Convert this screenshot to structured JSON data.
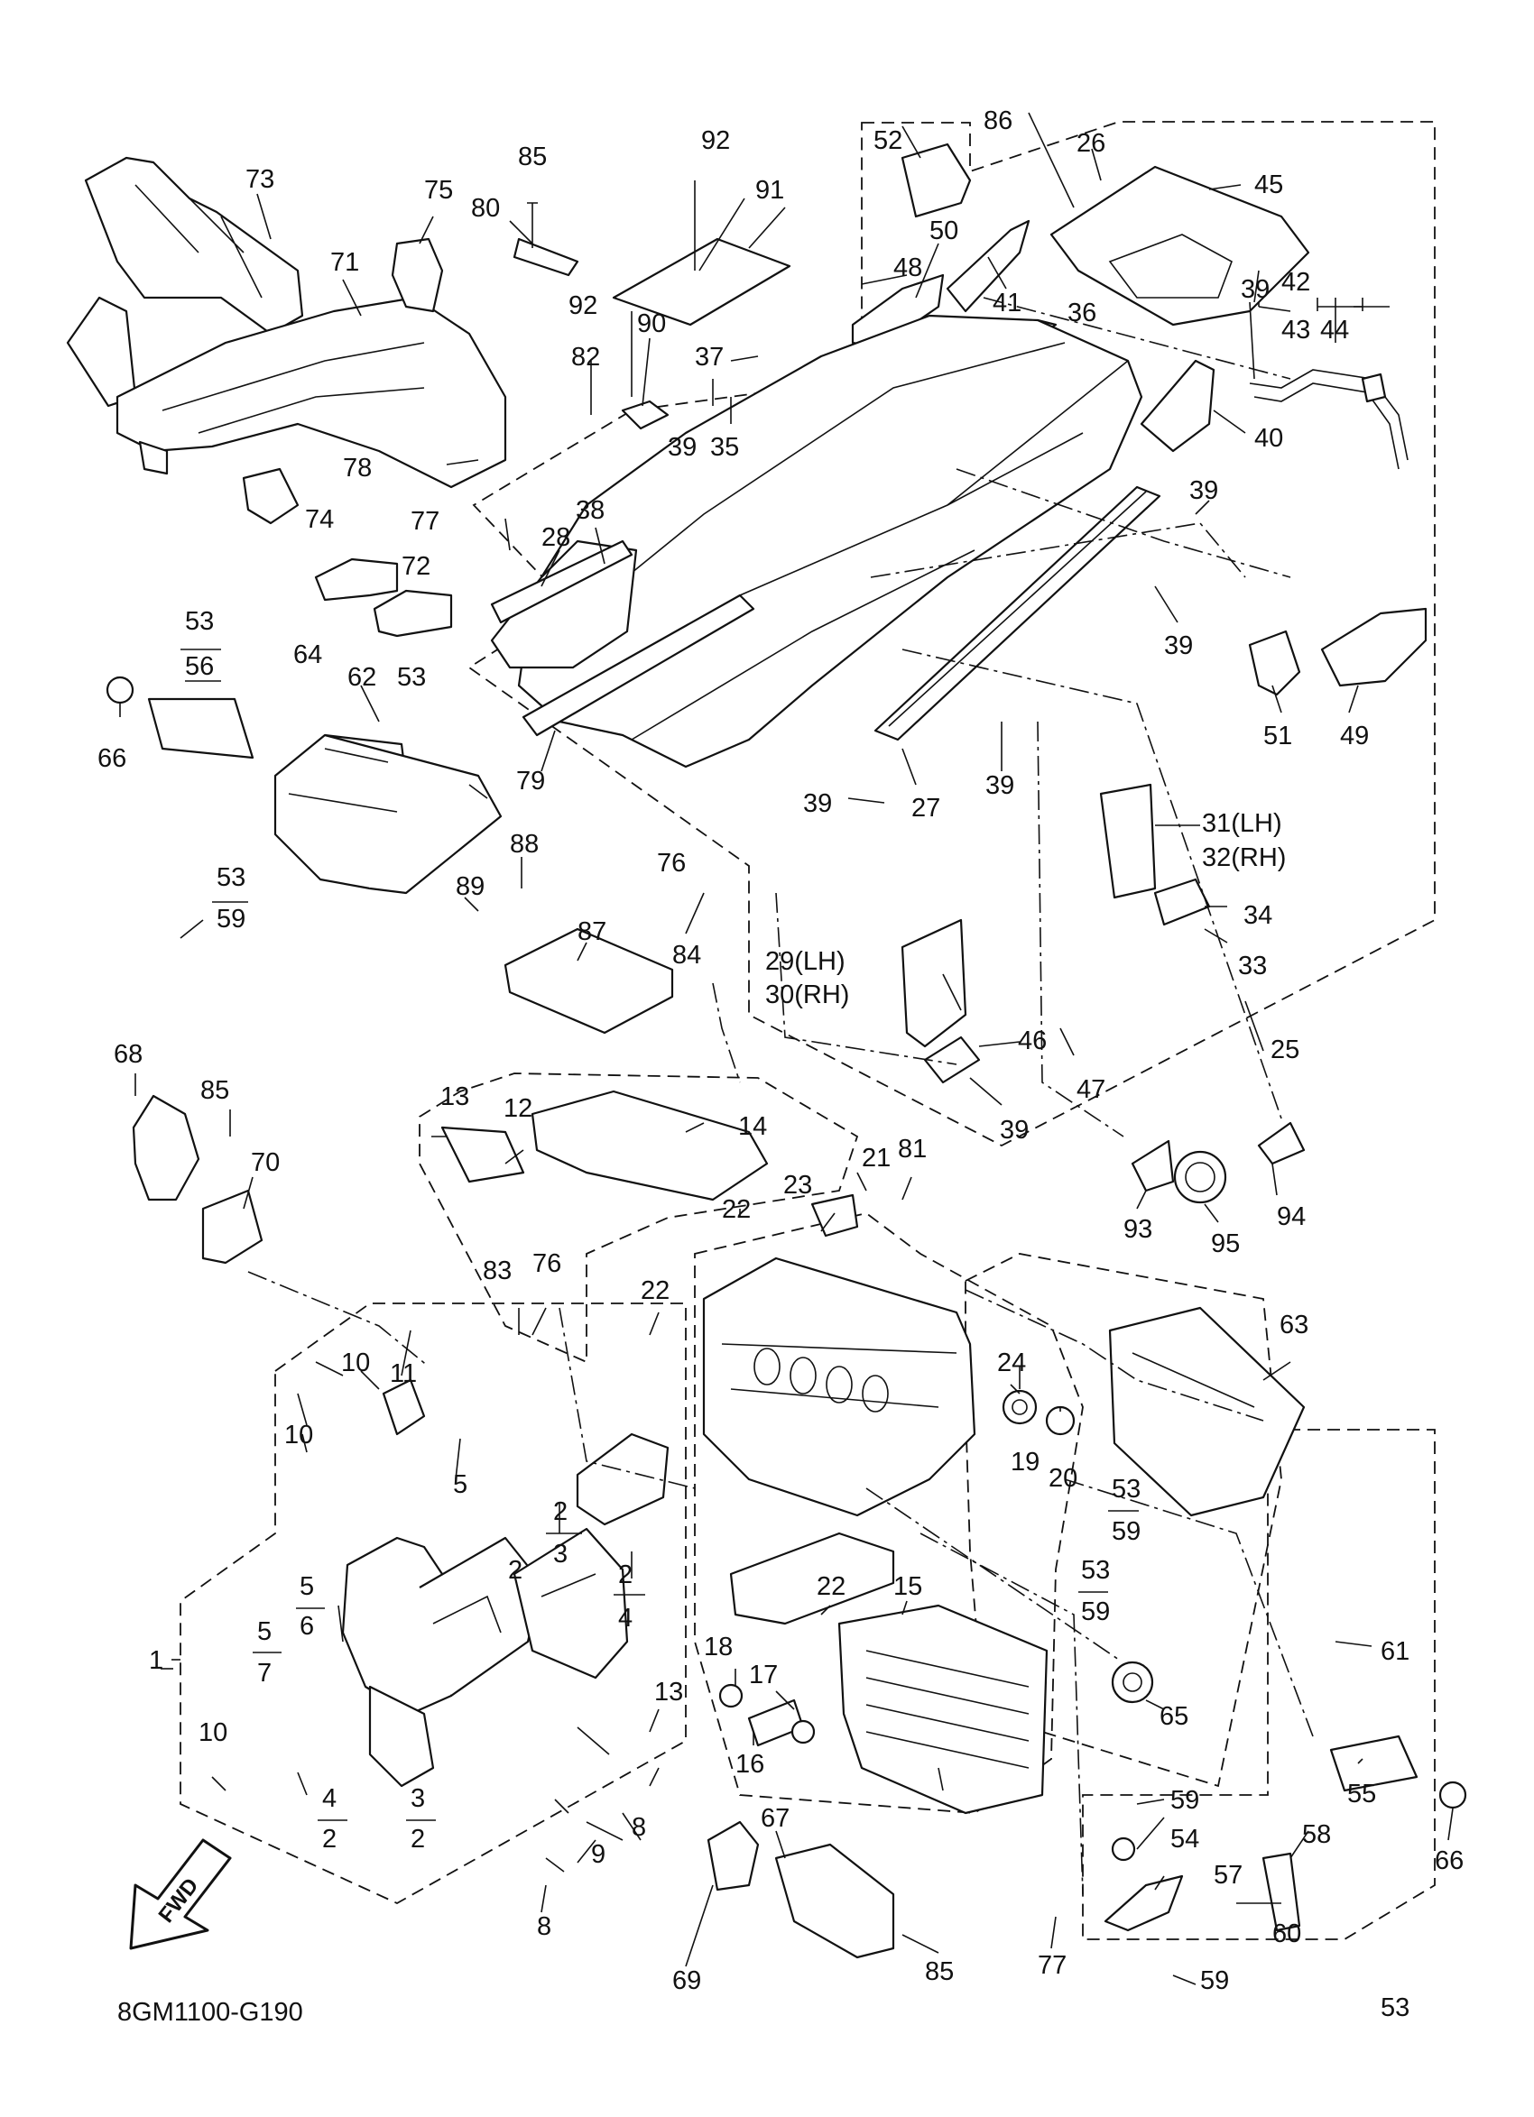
{
  "diagram_code": "8GM1100-G190",
  "fwd_label": "FWD",
  "callouts": {
    "c73": "73",
    "c71": "71",
    "c75": "75",
    "c85a": "85",
    "c80": "80",
    "c92a": "92",
    "c91": "91",
    "c92b": "92",
    "c90": "90",
    "c82": "82",
    "c37": "37",
    "c39a": "39",
    "c35": "35",
    "c78": "78",
    "c77a": "77",
    "c74": "74",
    "c72": "72",
    "c38": "38",
    "c28": "28",
    "c52": "52",
    "c50": "50",
    "c48": "48",
    "c41": "41",
    "c86": "86",
    "c26": "26",
    "c45": "45",
    "c42": "42",
    "c43": "43",
    "c44": "44",
    "c39b": "39",
    "c36": "36",
    "c40": "40",
    "c39c": "39",
    "c39d": "39",
    "c51": "51",
    "c49": "49",
    "c27": "27",
    "c39e": "39",
    "c39f": "39",
    "c79": "79",
    "c53a": "53",
    "c56": "56",
    "c64": "64",
    "c62": "62",
    "c53b": "53",
    "c66a": "66",
    "c53c": "53",
    "c59a": "59",
    "c88": "88",
    "c89": "89",
    "c87": "87",
    "c76a": "76",
    "c84": "84",
    "c31": "31(LH)",
    "c32": "32(RH)",
    "c34": "34",
    "c33": "33",
    "c29": "29(LH)",
    "c30": "30(RH)",
    "c46": "46",
    "c47": "47",
    "c39g": "39",
    "c25": "25",
    "c68": "68",
    "c85b": "85",
    "c70": "70",
    "c13a": "13",
    "c12": "12",
    "c14": "14",
    "c21": "21",
    "c81": "81",
    "c23": "23",
    "c22a": "22",
    "c93": "93",
    "c95": "95",
    "c94": "94",
    "c83": "83",
    "c76b": "76",
    "c22b": "22",
    "c63": "63",
    "c24": "24",
    "c10a": "10",
    "c11": "11",
    "c10b": "10",
    "c5a": "5",
    "c2a": "2",
    "c3a": "3",
    "c2b": "2",
    "c4a": "4",
    "c2c": "2",
    "c19": "19",
    "c20": "20",
    "c53d": "53",
    "c59b": "59",
    "c53e": "53",
    "c59c": "59",
    "c5b": "5",
    "c6": "6",
    "c5c": "5",
    "c7": "7",
    "c1": "1",
    "c10c": "10",
    "c22c": "22",
    "c15": "15",
    "c18": "18",
    "c17": "17",
    "c13b": "13",
    "c16": "16",
    "c65": "65",
    "c61": "61",
    "c55": "55",
    "c66b": "66",
    "c4b": "4",
    "c2d": "2",
    "c3b": "3",
    "c2e": "2",
    "c9": "9",
    "c8a": "8",
    "c8b": "8",
    "c67": "67",
    "c69": "69",
    "c85c": "85",
    "c77b": "77",
    "c59d": "59",
    "c54": "54",
    "c58": "58",
    "c57": "57",
    "c60": "60",
    "c59e": "59",
    "c53f": "53"
  }
}
